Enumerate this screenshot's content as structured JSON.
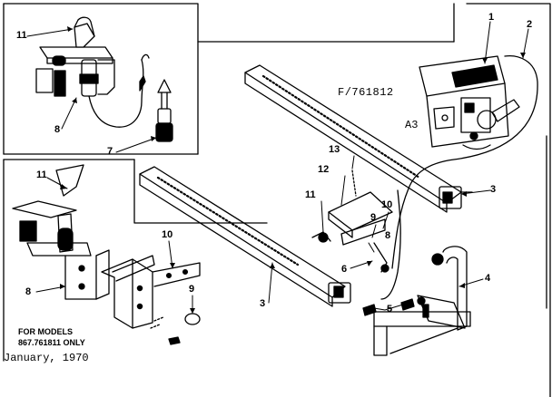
{
  "figure_ref": "F/761812",
  "sub_ref": "A3",
  "note": {
    "line1": "FOR MODELS",
    "line2": "867.761811 ONLY"
  },
  "date": "January, 1970",
  "callouts": {
    "c1": "1",
    "c2": "2",
    "c3a": "3",
    "c3b": "3",
    "c4": "4",
    "c5": "5",
    "c6": "6",
    "c7": "7",
    "c8a": "8",
    "c8b": "8",
    "c8c": "8",
    "c9a": "9",
    "c9b": "9",
    "c10a": "10",
    "c10b": "10",
    "c11a": "11",
    "c11b": "11",
    "c11c": "11",
    "c12": "12",
    "c13": "13"
  }
}
